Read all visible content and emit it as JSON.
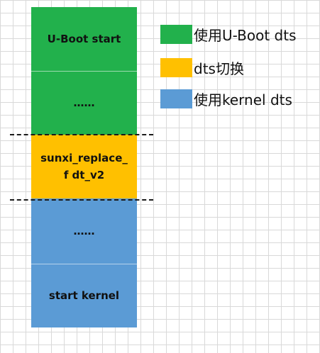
{
  "diagram": {
    "blocks": [
      {
        "id": "uboot-start",
        "label": "U-Boot start",
        "color": "#22b14c"
      },
      {
        "id": "uboot-ellipsis",
        "label": "……",
        "color": "#22b14c"
      },
      {
        "id": "replace-fdt",
        "label": "sunxi_replace_f dt_v2",
        "color": "#ffc000"
      },
      {
        "id": "kernel-ellipsis",
        "label": "……",
        "color": "#5b9bd5"
      },
      {
        "id": "start-kernel",
        "label": "start kernel",
        "color": "#5b9bd5"
      }
    ]
  },
  "legend": [
    {
      "label": "使用U-Boot dts",
      "color": "#22b14c"
    },
    {
      "label": "dts切换",
      "color": "#ffc000"
    },
    {
      "label": "使用kernel dts",
      "color": "#5b9bd5"
    }
  ]
}
